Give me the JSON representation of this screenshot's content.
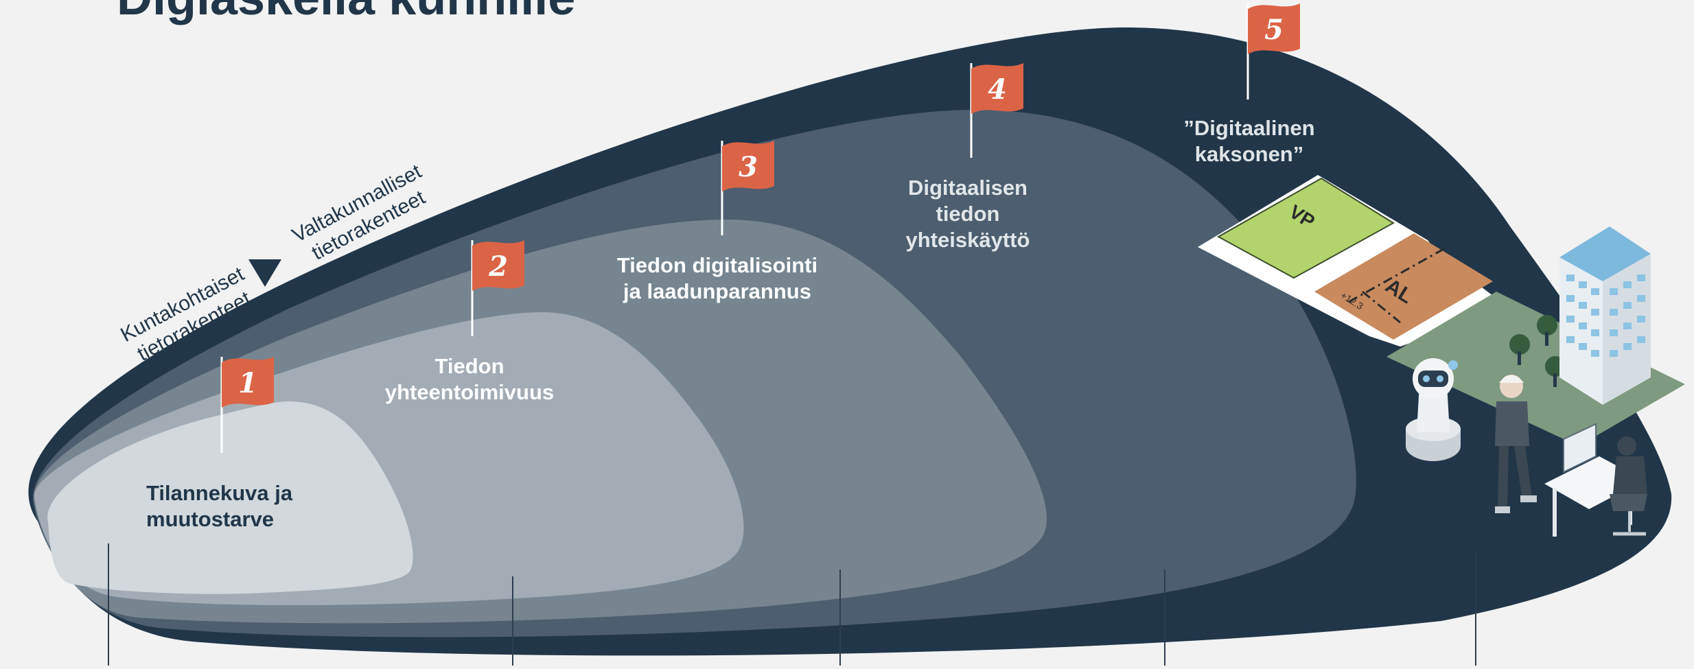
{
  "title": "Digiaskelia kunnille",
  "axis_labels": {
    "municipal": "Kuntakohtaiset\ntietorakenteet",
    "national": "Valtakunnalliset\ntietorakenteet"
  },
  "stages": [
    {
      "number": "1",
      "label": "Tilannekuva ja\nmuutostarve"
    },
    {
      "number": "2",
      "label": "Tiedon\nyhteentoimivuus"
    },
    {
      "number": "3",
      "label": "Tiedon digitalisointi\nja laadunparannus"
    },
    {
      "number": "4",
      "label": "Digitaalisen\ntiedon\nyhteiskäyttö"
    },
    {
      "number": "5",
      "label": "”Digitaalinen\nkaksonen”"
    }
  ],
  "illustration": {
    "zone_vp": "VP",
    "zone_al": "AL",
    "elevation": "+12.3"
  },
  "colors": {
    "outer": "#213649",
    "band2": "#4c5e6f",
    "band3": "#76858f",
    "band4": "#a3acb4",
    "band5": "#d2d8dc",
    "flag": "#dc6446",
    "title": "#213649"
  }
}
